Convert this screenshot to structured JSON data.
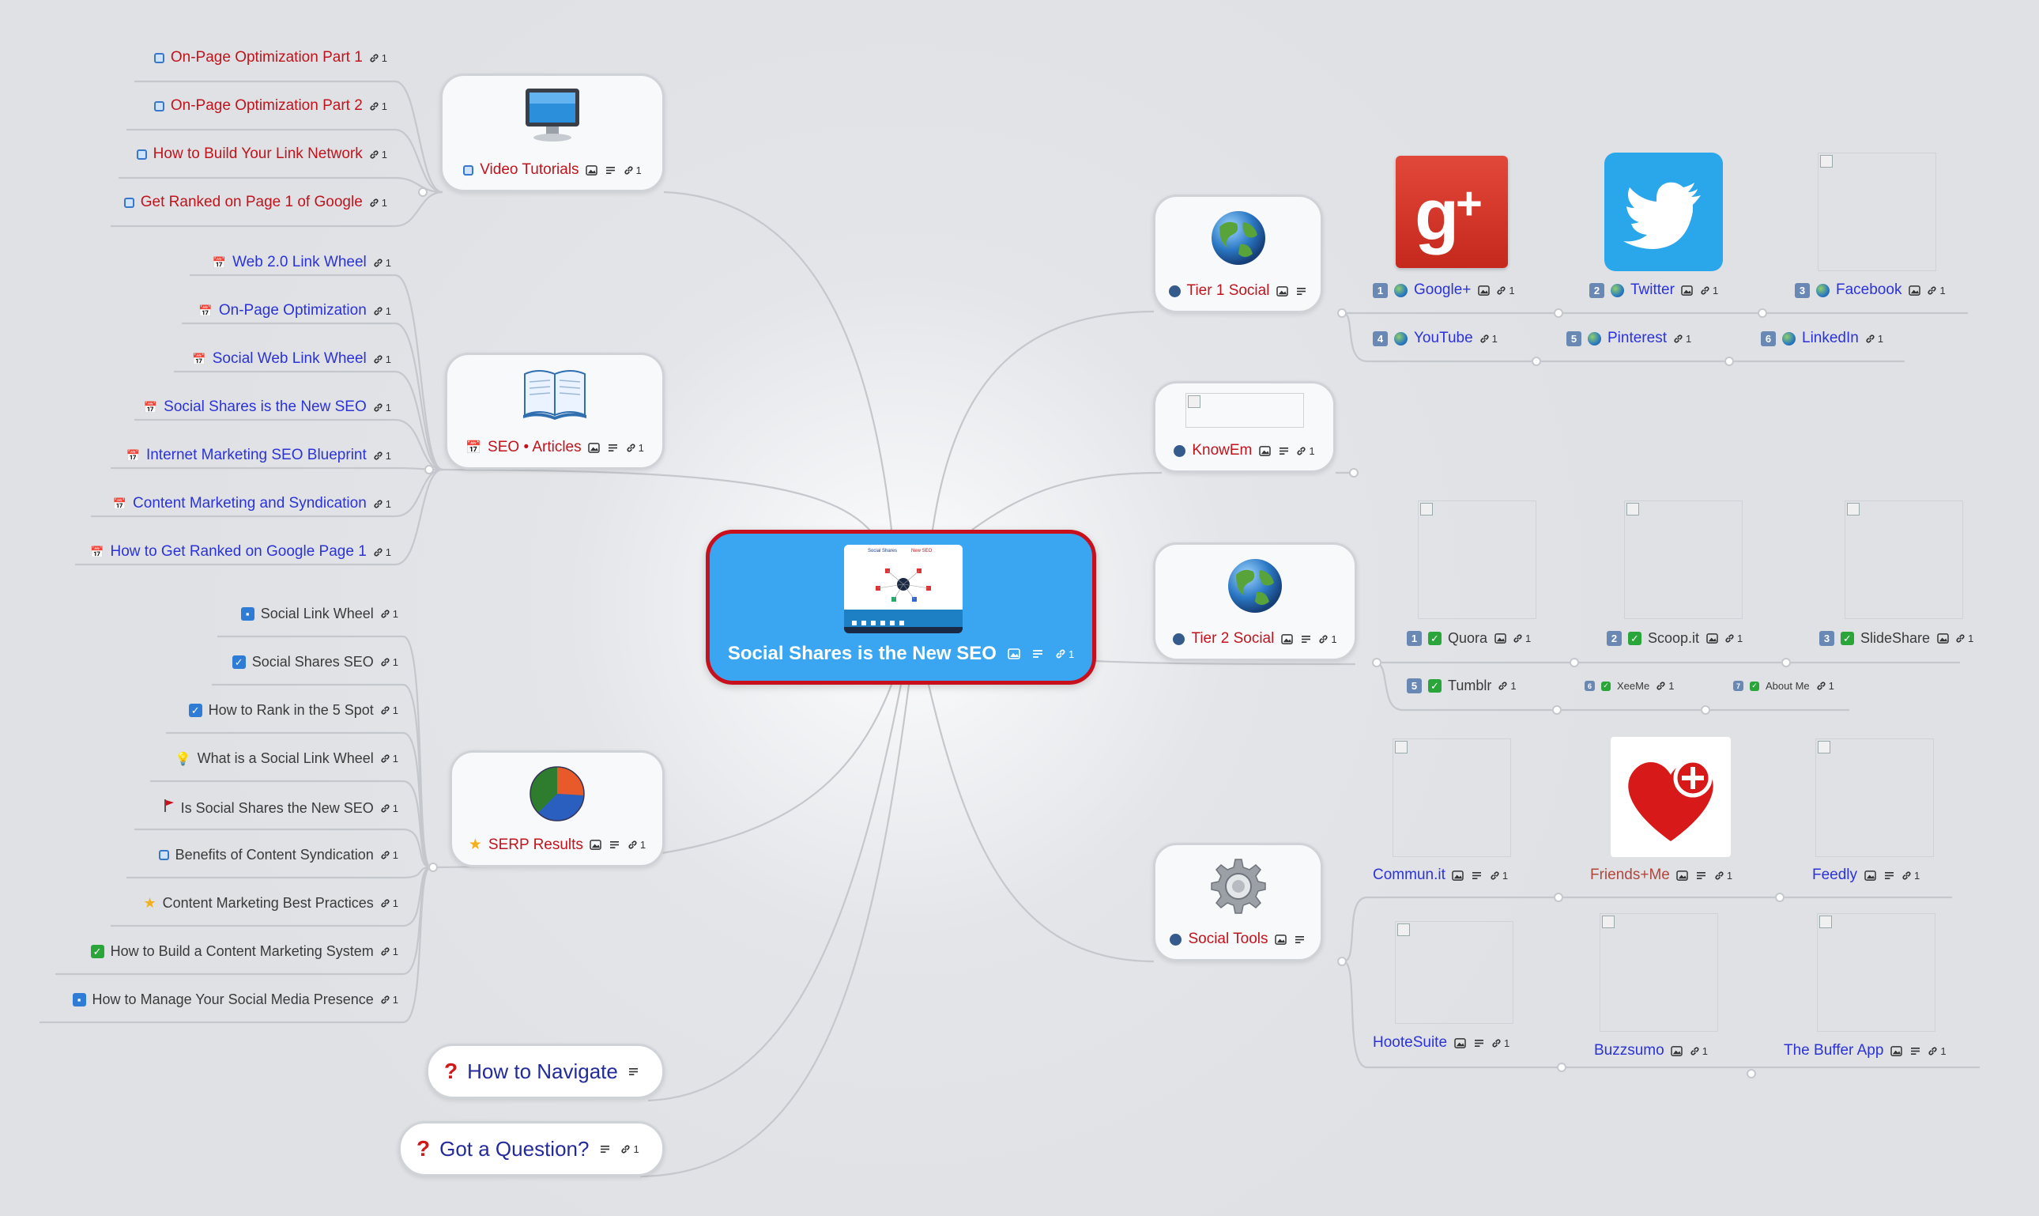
{
  "central": {
    "label": "Social Shares is the New SEO",
    "link_count": "1",
    "thumb_title": "Social Shares is the New SEO"
  },
  "left_branches": {
    "video": {
      "label": "Video Tutorials",
      "link_count": "1",
      "items": [
        {
          "label": "On-Page Optimization Part 1",
          "count": "1"
        },
        {
          "label": "On-Page Optimization Part 2",
          "count": "1"
        },
        {
          "label": "How to Build Your Link Network",
          "count": "1"
        },
        {
          "label": "Get Ranked on Page 1 of Google",
          "count": "1"
        }
      ]
    },
    "seo": {
      "label": "SEO • Articles",
      "link_count": "1",
      "items": [
        {
          "label": "Web 2.0 Link Wheel",
          "count": "1"
        },
        {
          "label": "On-Page Optimization",
          "count": "1"
        },
        {
          "label": "Social Web Link Wheel",
          "count": "1"
        },
        {
          "label": "Social Shares is the New SEO",
          "count": "1"
        },
        {
          "label": "Internet Marketing SEO Blueprint",
          "count": "1"
        },
        {
          "label": "Content Marketing and Syndication",
          "count": "1"
        },
        {
          "label": "How to Get Ranked on Google Page 1",
          "count": "1"
        }
      ]
    },
    "serp": {
      "label": "SERP Results",
      "link_count": "1",
      "items": [
        {
          "label": "Social Link Wheel",
          "count": "1",
          "icon": "document-icon"
        },
        {
          "label": "Social Shares SEO",
          "count": "1",
          "icon": "checkbox-icon"
        },
        {
          "label": "How to Rank in the 5 Spot",
          "count": "1",
          "icon": "checkbox-icon"
        },
        {
          "label": "What is a Social Link Wheel",
          "count": "1",
          "icon": "lightbulb-icon"
        },
        {
          "label": "Is Social Shares the New SEO",
          "count": "1",
          "icon": "flag-icon"
        },
        {
          "label": "Benefits of Content Syndication",
          "count": "1",
          "icon": "square-icon"
        },
        {
          "label": "Content Marketing Best Practices",
          "count": "1",
          "icon": "star-icon"
        },
        {
          "label": "How to Build a Content Marketing System",
          "count": "1",
          "icon": "green-check-icon"
        },
        {
          "label": "How to Manage Your Social Media Presence",
          "count": "1",
          "icon": "document-icon"
        }
      ]
    },
    "navigate": {
      "label": "How to Navigate"
    },
    "question": {
      "label": "Got a Question?",
      "link_count": "1"
    }
  },
  "right_branches": {
    "tier1": {
      "label": "Tier 1 Social",
      "items": [
        {
          "num": "1",
          "label": "Google+",
          "count": "1"
        },
        {
          "num": "2",
          "label": "Twitter",
          "count": "1"
        },
        {
          "num": "3",
          "label": "Facebook",
          "count": "1"
        },
        {
          "num": "4",
          "label": "YouTube",
          "count": "1"
        },
        {
          "num": "5",
          "label": "Pinterest",
          "count": "1"
        },
        {
          "num": "6",
          "label": "LinkedIn",
          "count": "1"
        }
      ]
    },
    "knowem": {
      "label": "KnowEm",
      "link_count": "1"
    },
    "tier2": {
      "label": "Tier 2 Social",
      "link_count": "1",
      "items": [
        {
          "num": "1",
          "label": "Quora",
          "count": "1"
        },
        {
          "num": "2",
          "label": "Scoop.it",
          "count": "1"
        },
        {
          "num": "3",
          "label": "SlideShare",
          "count": "1"
        },
        {
          "num": "5",
          "label": "Tumblr",
          "count": "1"
        },
        {
          "num": "6",
          "label": "XeeMe",
          "count": "1"
        },
        {
          "num": "7",
          "label": "About Me",
          "count": "1"
        }
      ]
    },
    "tools": {
      "label": "Social Tools",
      "items": [
        {
          "label": "Commun.it",
          "count": "1"
        },
        {
          "label": "Friends+Me",
          "count": "1"
        },
        {
          "label": "Feedly",
          "count": "1"
        },
        {
          "label": "HooteSuite",
          "count": "1"
        },
        {
          "label": "Buzzsumo",
          "count": "1"
        },
        {
          "label": "The Buffer App",
          "count": "1"
        }
      ]
    }
  },
  "colors": {
    "central_fill": "#3aa6f2",
    "central_border": "#c8101c",
    "wire": "#bfc2c7",
    "label_red": "#c0141c",
    "label_blue": "#2b33d6"
  }
}
